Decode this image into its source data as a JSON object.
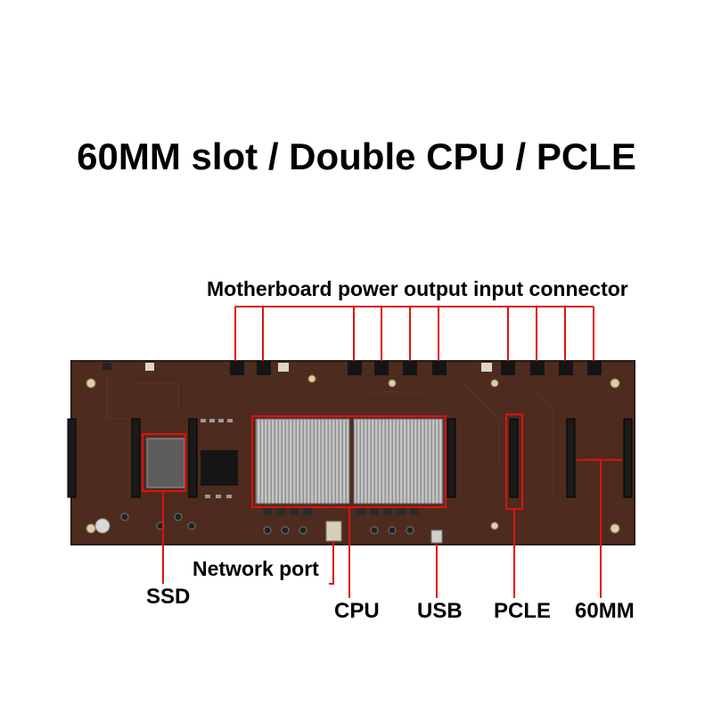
{
  "title": "60MM slot / Double CPU / PCLE",
  "labels": {
    "power_connector": "Motherboard power output input connector",
    "network_port": "Network port",
    "ssd": "SSD",
    "cpu": "CPU",
    "usb": "USB",
    "pcle": "PCLE",
    "slot_60mm": "60MM"
  },
  "colors": {
    "board": "#4a2a1e",
    "annotation": "#e01010",
    "heatsink": "#b5b5b5",
    "slot": "#1a1a1a"
  }
}
